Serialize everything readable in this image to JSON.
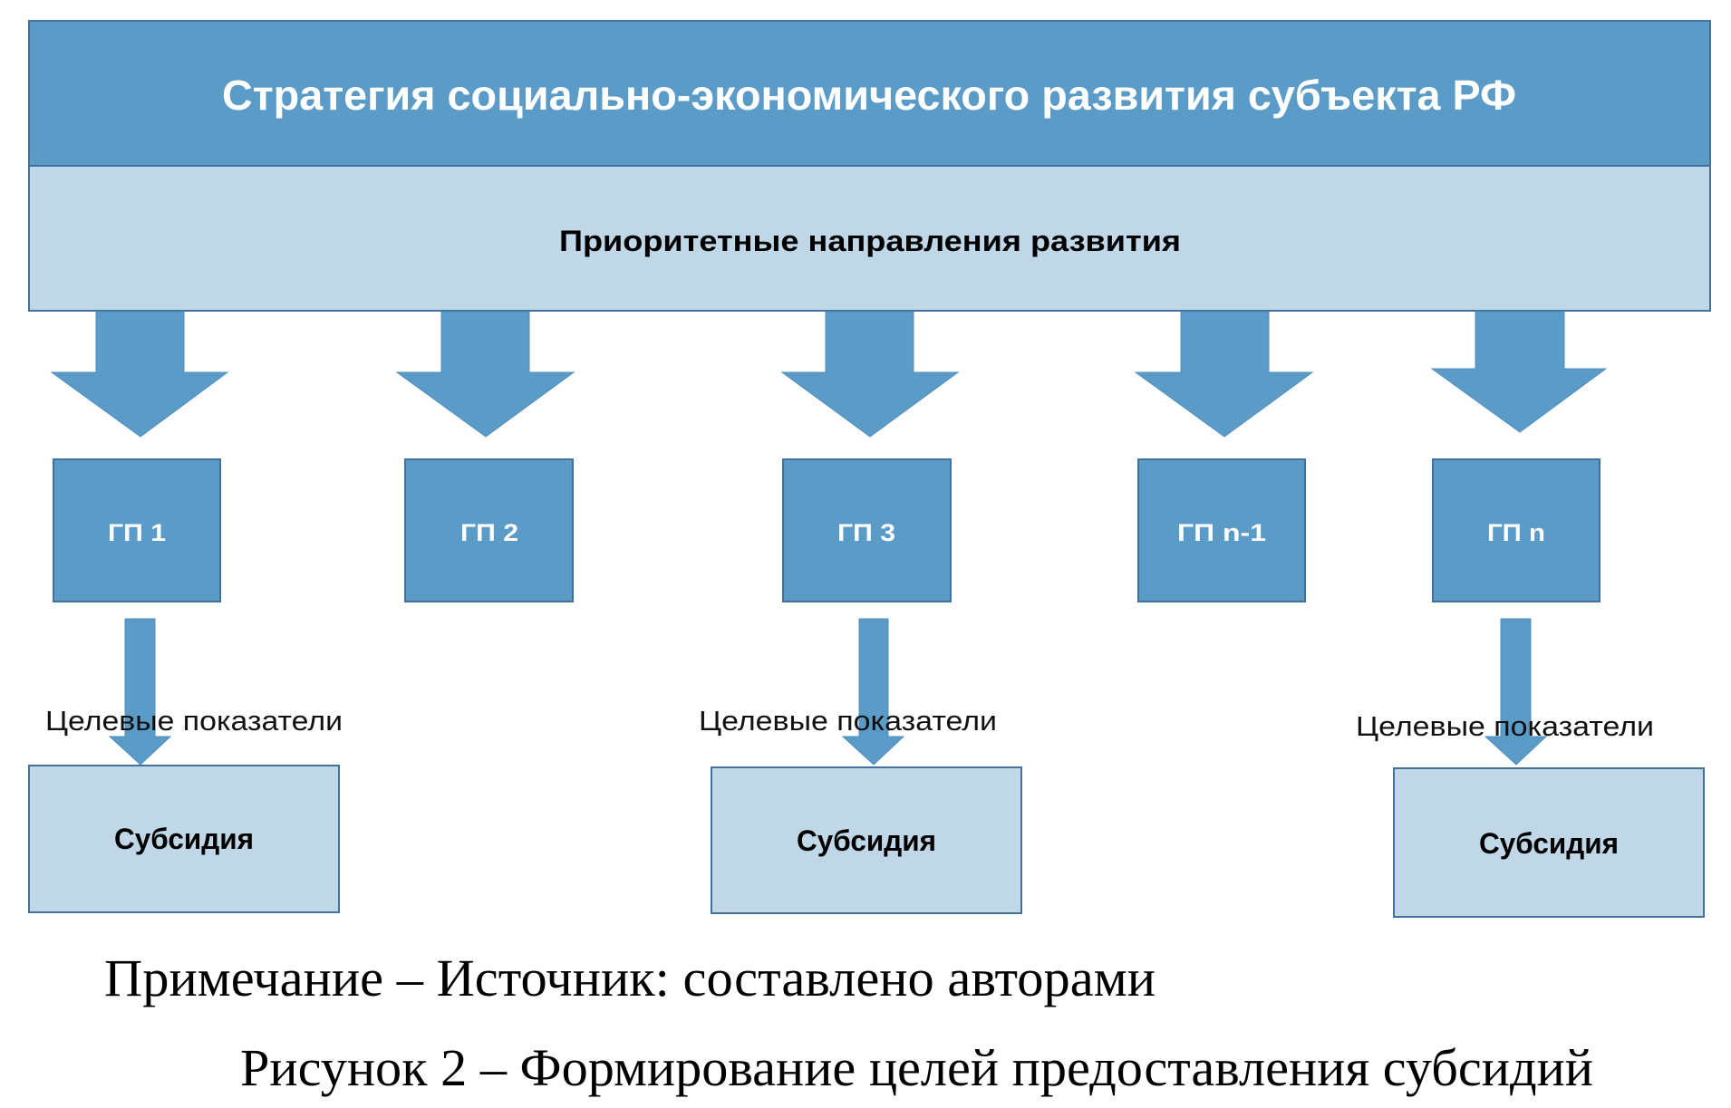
{
  "diagram": {
    "strategy": {
      "label": "Стратегия социально-экономического развития субъекта РФ"
    },
    "priorities": {
      "label": "Приоритетные направления развития"
    },
    "programs": [
      {
        "label": "ГП 1",
        "has_subsidy": true
      },
      {
        "label": "ГП 2",
        "has_subsidy": false
      },
      {
        "label": "ГП 3",
        "has_subsidy": true
      },
      {
        "label": "ГП n-1",
        "has_subsidy": false
      },
      {
        "label": "ГП n",
        "has_subsidy": true
      }
    ],
    "target_indicators_label": "Целевые показатели",
    "subsidy_label": "Субсидия",
    "subsidies": [
      {
        "program": "ГП 1",
        "indicators": "Целевые показатели",
        "label": "Субсидия"
      },
      {
        "program": "ГП 3",
        "indicators": "Целевые показатели",
        "label": "Субсидия"
      },
      {
        "program": "ГП n",
        "indicators": "Целевые показатели",
        "label": "Субсидия"
      }
    ]
  },
  "captions": {
    "note": "Примечание – Источник: составлено авторами",
    "figure": "Рисунок 2 – Формирование целей предоставления субсидий"
  },
  "colors": {
    "primary": "#5b9bc8",
    "light": "#bfd7e7",
    "border": "#41719c",
    "text_dark": "#000000",
    "text_light": "#ffffff"
  }
}
